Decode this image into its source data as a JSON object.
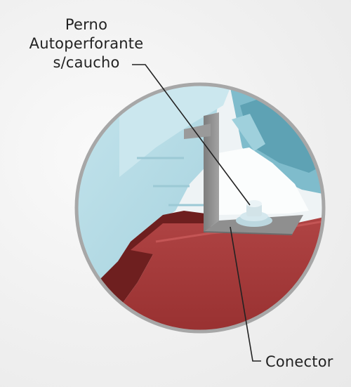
{
  "labels": {
    "bolt": {
      "line1": "Perno",
      "line2": "Autoperforante",
      "line3": "s/caucho"
    },
    "connector": "Conector"
  },
  "colors": {
    "background": "#f2f2f2",
    "ring": "#a7a7a7",
    "insulation_light": "#b9dde6",
    "insulation_mid": "#8cc4d2",
    "insulation_dark": "#5fa2b3",
    "roof_red": "#a63a3a",
    "roof_red_dark": "#6e1f1f",
    "bracket_gray": "#8f8f8f",
    "bolt_light": "#cfe4ea",
    "leader_line": "#222222"
  }
}
